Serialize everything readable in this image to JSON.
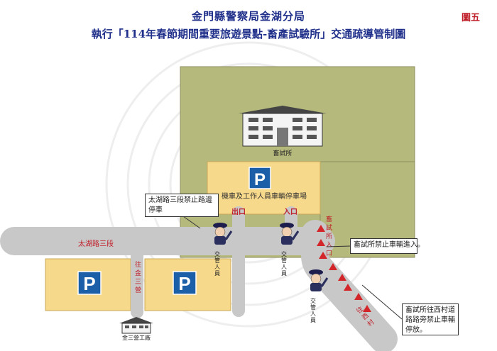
{
  "header": {
    "title": "金門縣警察局金湖分局",
    "subtitle": "執行「114年春節期間重要旅遊景點-畜產試驗所」交通疏導管制圖",
    "figure_no": "圖五"
  },
  "labels": {
    "building": "畜試所",
    "parking_lot": "機車及工作人員車輛停車場",
    "road_taihu": "太湖路三段",
    "exit": "出口",
    "entrance": "入口",
    "to_jinsan": "往金三營",
    "to_xicun": "往西村",
    "facility_entrance": "畜試所入口",
    "bottom_building": "金三營工廠",
    "parking_symbol": "P"
  },
  "officers": [
    {
      "label": "交管人員"
    },
    {
      "label": "交管人員"
    },
    {
      "label": "交管人員"
    }
  ],
  "callouts": {
    "no_parking": "太湖路三段禁止路邊停車",
    "no_entry": "畜試所禁止車輛進入。",
    "no_parking_xicun": "畜試所往西村道路路旁禁止車輛停放。"
  },
  "colors": {
    "facility": "#b5b97c",
    "parking": "#f7d98b",
    "road": "#c8c8c8",
    "parking_sign": "#1a5fa8",
    "cone": "#d3262a",
    "title": "#1f2f8a",
    "red_text": "#c0202a"
  }
}
